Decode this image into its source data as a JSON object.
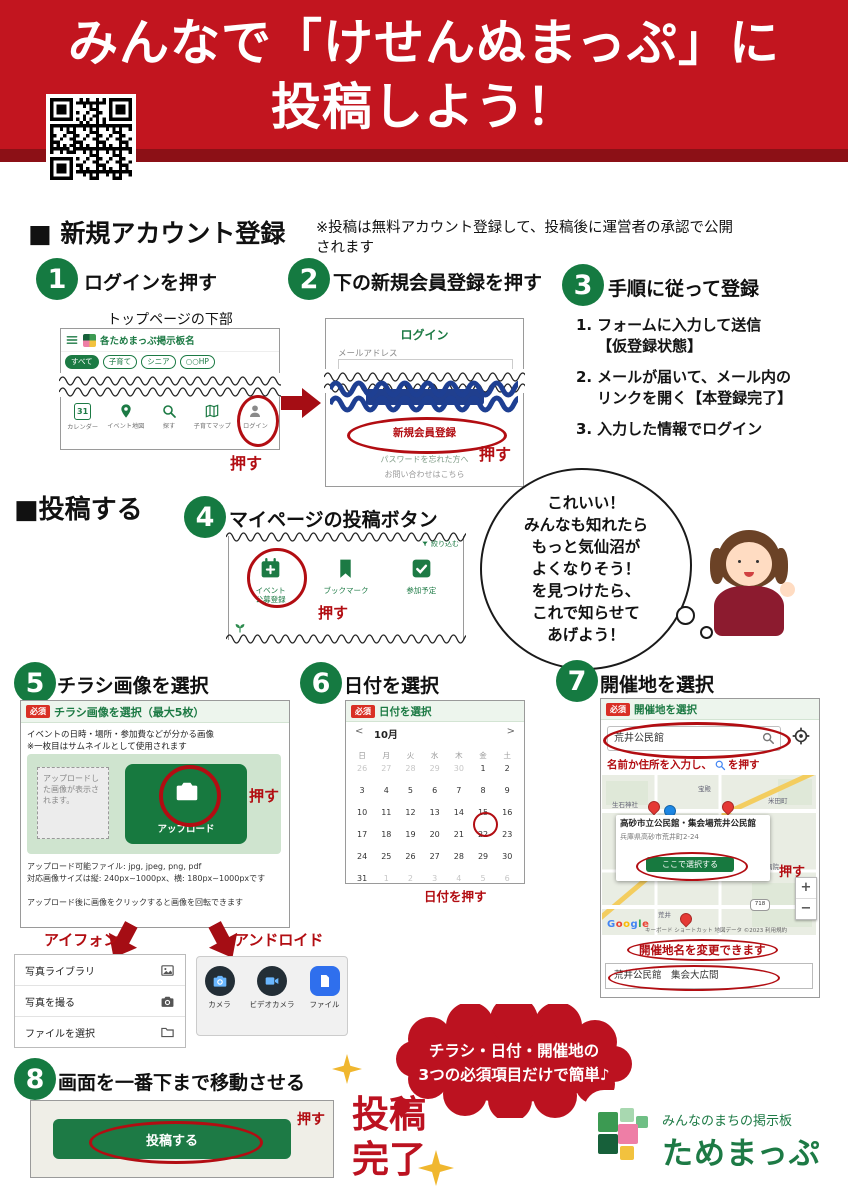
{
  "colors": {
    "header_red": "#c2151f",
    "header_dark_red": "#8c1016",
    "step_green": "#157a41",
    "ui_green": "#1c7a44",
    "annotation_red": "#b20d12",
    "blob_red": "#bc1220"
  },
  "header": {
    "line1": "みんなで「けせんぬまっぷ」に",
    "line2": "投稿しよう！"
  },
  "account": {
    "heading": "■ 新規アカウント登録",
    "note": "※投稿は無料アカウント登録して、投稿後に運営者の承認で公開\nされます"
  },
  "step1": {
    "num": "1",
    "title": "ログインを押す",
    "caption": "トップページの下部",
    "press": "押す",
    "app": {
      "board_name": "各ためまっぷ掲示板名",
      "chips": [
        "すべて",
        "子育て",
        "シニア",
        "○○HP"
      ],
      "calendar_day": "31",
      "nav": [
        {
          "key": "calendar",
          "icon": "calendar-icon",
          "label": "カレンダー"
        },
        {
          "key": "event-map",
          "icon": "map-pin-icon",
          "label": "イベント地図"
        },
        {
          "key": "search",
          "icon": "search-icon",
          "label": "探す"
        },
        {
          "key": "child-map",
          "icon": "map-icon",
          "label": "子育てマップ"
        },
        {
          "key": "login",
          "icon": "person-icon",
          "label": "ログイン"
        }
      ]
    }
  },
  "step2": {
    "num": "2",
    "title": "下の新規会員登録を押す",
    "press": "押す",
    "login": {
      "heading": "ログイン",
      "email_label": "メールアドレス",
      "register": "新規会員登録",
      "forgot": "パスワードを忘れた方へ",
      "contact": "お問い合わせはこちら"
    }
  },
  "step3": {
    "num": "3",
    "title": "手順に従って登録",
    "items": [
      {
        "n": "1.",
        "text": "フォームに入力して送信\n【仮登録状態】"
      },
      {
        "n": "2.",
        "text": "メールが届いて、メール内の\nリンクを開く【本登録完了】"
      },
      {
        "n": "3.",
        "text": "入力した情報でログイン"
      }
    ]
  },
  "post_heading": "■投稿する",
  "step4": {
    "num": "4",
    "title": "マイページの投稿ボタン",
    "press": "押す",
    "filter": "絞り込む",
    "items": [
      {
        "key": "event-register",
        "icon": "event-register-icon",
        "label": "イベント\n公募登録"
      },
      {
        "key": "bookmark",
        "icon": "bookmark-icon",
        "label": "ブックマーク"
      },
      {
        "key": "attendance",
        "icon": "check-badge-icon",
        "label": "参加予定"
      }
    ]
  },
  "bubble": {
    "lines": [
      "これいい！",
      "みんなも知れたら",
      "もっと気仙沼が",
      "よくなりそう！",
      "を見つけたら、",
      "これで知らせて",
      "あげよう！"
    ]
  },
  "step5": {
    "num": "5",
    "title": "チラシ画像を選択",
    "press": "押す",
    "required": "必須",
    "header": "チラシ画像を選択（最大5枚）",
    "desc1": "イベントの日時・場所・参加費などが分かる画像",
    "desc2": "※一枚目はサムネイルとして使用されます",
    "placeholder": "アップロードした画像が表示されます。",
    "upload": "アップロード",
    "note1": "アップロード可能ファイル: jpg, jpeg, png, pdf",
    "note2": "対応画像サイズは縦: 240px~1000px、横: 180px~1000pxです",
    "note3": "アップロード後に画像をクリックすると画像を回転できます",
    "iphone": "アイフォン",
    "android": "アンドロイド",
    "iphone_menu": [
      {
        "key": "photo-library",
        "icon": "photos-icon",
        "label": "写真ライブラリ"
      },
      {
        "key": "take-photo",
        "icon": "camera-icon",
        "label": "写真を撮る"
      },
      {
        "key": "choose-file",
        "icon": "folder-icon",
        "label": "ファイルを選択"
      }
    ],
    "android_menu": [
      {
        "key": "camera",
        "icon": "camera-icon",
        "label": "カメラ"
      },
      {
        "key": "video-camera",
        "icon": "video-camera-icon",
        "label": "ビデオカメラ"
      },
      {
        "key": "files",
        "icon": "files-icon",
        "label": "ファイル"
      }
    ]
  },
  "step6": {
    "num": "6",
    "title": "日付を選択",
    "required": "必須",
    "header": "日付を選択",
    "prev": "<",
    "next": ">",
    "month": "10月",
    "weekdays": [
      "日",
      "月",
      "火",
      "水",
      "木",
      "金",
      "土"
    ],
    "weeks": [
      [
        "26",
        "27",
        "28",
        "29",
        "30",
        "1",
        "2"
      ],
      [
        "3",
        "4",
        "5",
        "6",
        "7",
        "8",
        "9"
      ],
      [
        "10",
        "11",
        "12",
        "13",
        "14",
        "15",
        "16"
      ],
      [
        "17",
        "18",
        "19",
        "20",
        "21",
        "22",
        "23"
      ],
      [
        "24",
        "25",
        "26",
        "27",
        "28",
        "29",
        "30"
      ],
      [
        "31",
        "1",
        "2",
        "3",
        "4",
        "5",
        "6"
      ]
    ],
    "selected": "22",
    "annotation": "日付を押す"
  },
  "step7": {
    "num": "7",
    "title": "開催地を選択",
    "required": "必須",
    "header": "開催地を選択",
    "search_value": "荒井公民館",
    "hint_before": "名前か住所を入力し、",
    "hint_after": "を押す",
    "press": "押す",
    "info_title": "高砂市立公民館・集会場荒井公民館",
    "info_address": "兵庫県高砂市荒井町2-24",
    "select_button": "ここで選択する",
    "map_labels": [
      "生石神社",
      "宝殿",
      "米田町",
      "中央市民病院",
      "荒井"
    ],
    "route_badge": "718",
    "google": "Google",
    "copyright": "キーボード ショートカット 地図データ ©2023 利用規約",
    "hint2": "開催地名を変更できます",
    "venue_value": "荒井公民館　集会大広間",
    "zoom_in": "+",
    "zoom_out": "−"
  },
  "blob": {
    "line1": "チラシ・日付・開催地の",
    "line2": "3つの必須項目だけで簡単♪"
  },
  "step8": {
    "num": "8",
    "title": "画面を一番下まで移動させる",
    "submit": "投稿する",
    "press": "押す"
  },
  "done": "投稿\n完了",
  "logo": {
    "tagline": "みんなのまちの掲示板",
    "name": "ためまっぷ"
  }
}
